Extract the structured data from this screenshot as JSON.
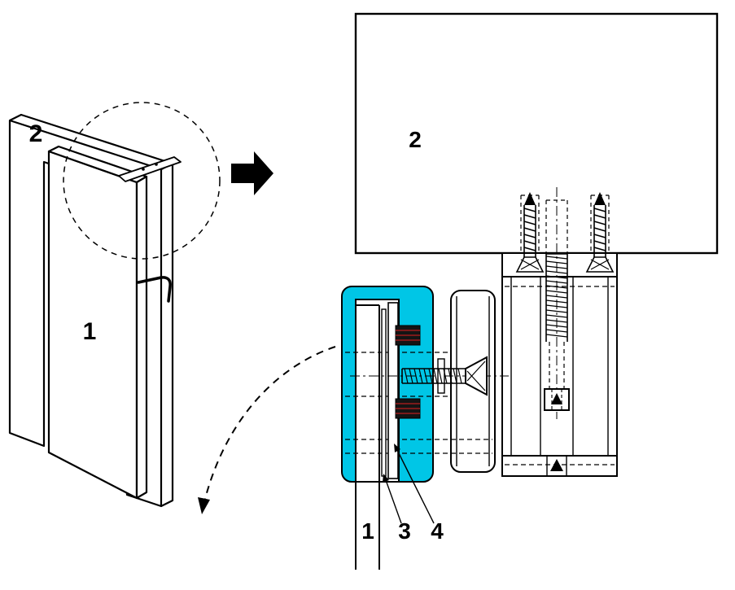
{
  "diagram": {
    "labels": {
      "overview_frame": "2",
      "overview_door": "1",
      "detail_frame": "2",
      "detail_door": "1",
      "detail_part3": "3",
      "detail_part4": "4"
    },
    "colors": {
      "highlight": "#00c6e6",
      "line": "#000000",
      "background": "#ffffff",
      "thread_accent": "#9b1c1c"
    }
  }
}
